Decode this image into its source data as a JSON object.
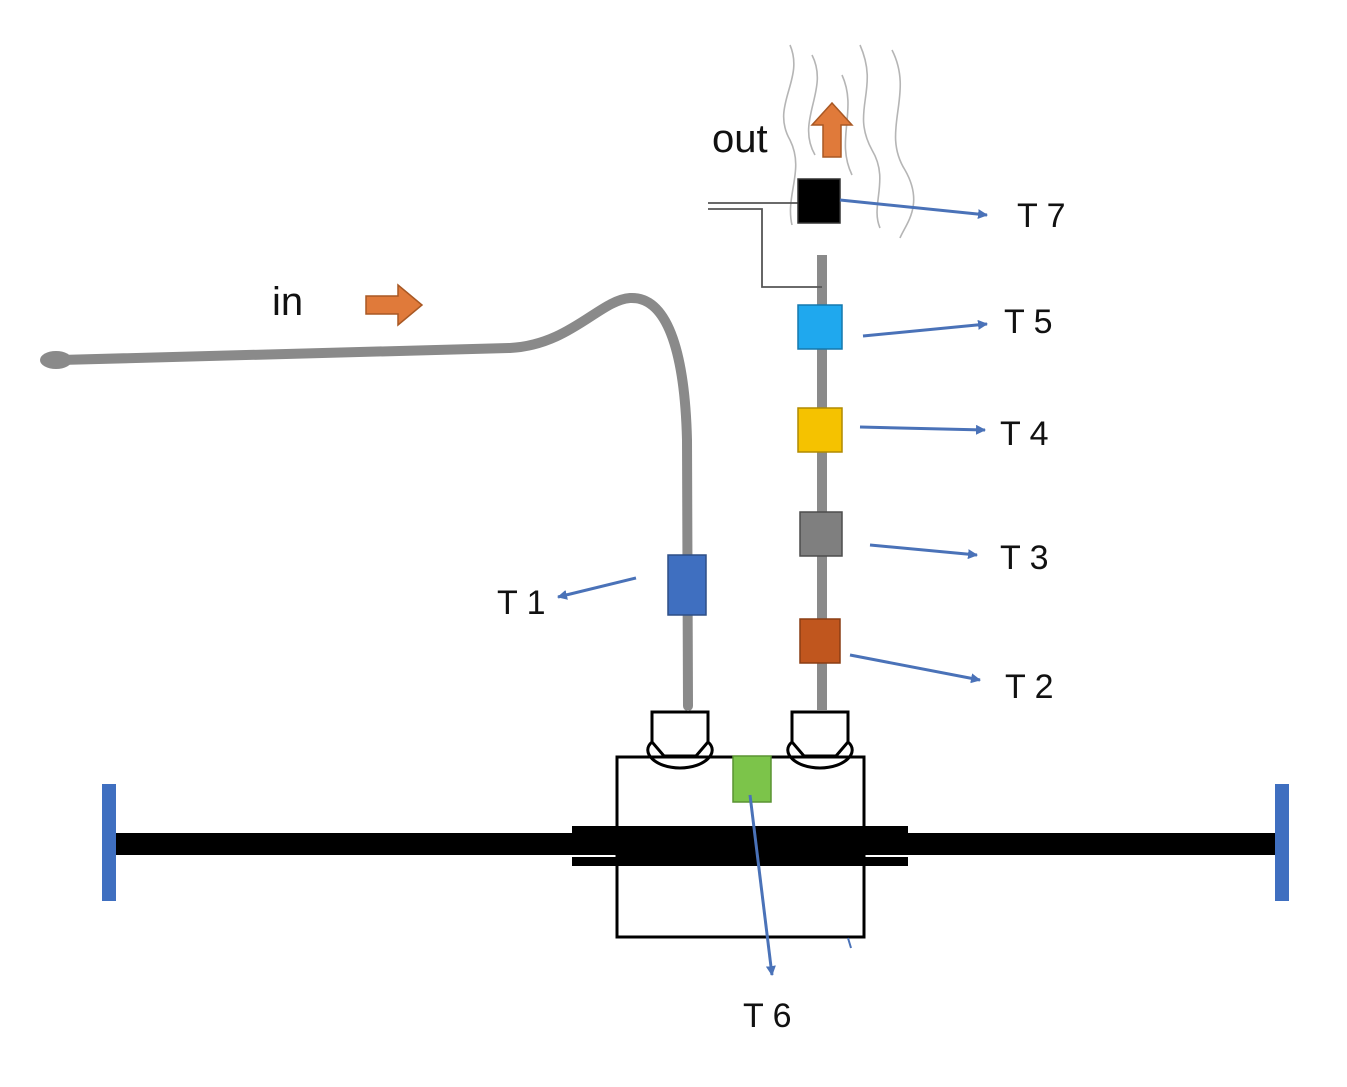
{
  "labels": {
    "inlet": "in",
    "outlet": "out",
    "t1": "T 1",
    "t2": "T 2",
    "t3": "T 3",
    "t4": "T 4",
    "t5": "T 5",
    "t6": "T 6",
    "t7": "T 7"
  },
  "colors": {
    "pipe": "#8a8a8a",
    "flow_arrow": "#e07a3a",
    "pointer_arrow": "#4a72b8",
    "rod": "#000000",
    "end_stop": "#3f6fc0",
    "t1": "#3f6fc0",
    "t2": "#c0561e",
    "t3": "#7f7f7f",
    "t4": "#f5c200",
    "t5": "#1fa8ee",
    "t6": "#7cc44a",
    "t7": "#000000"
  },
  "icons": {
    "inlet_arrow": "right-arrow-icon",
    "outlet_arrow": "up-arrow-icon",
    "exhaust_fumes": "steam-lines-icon"
  }
}
